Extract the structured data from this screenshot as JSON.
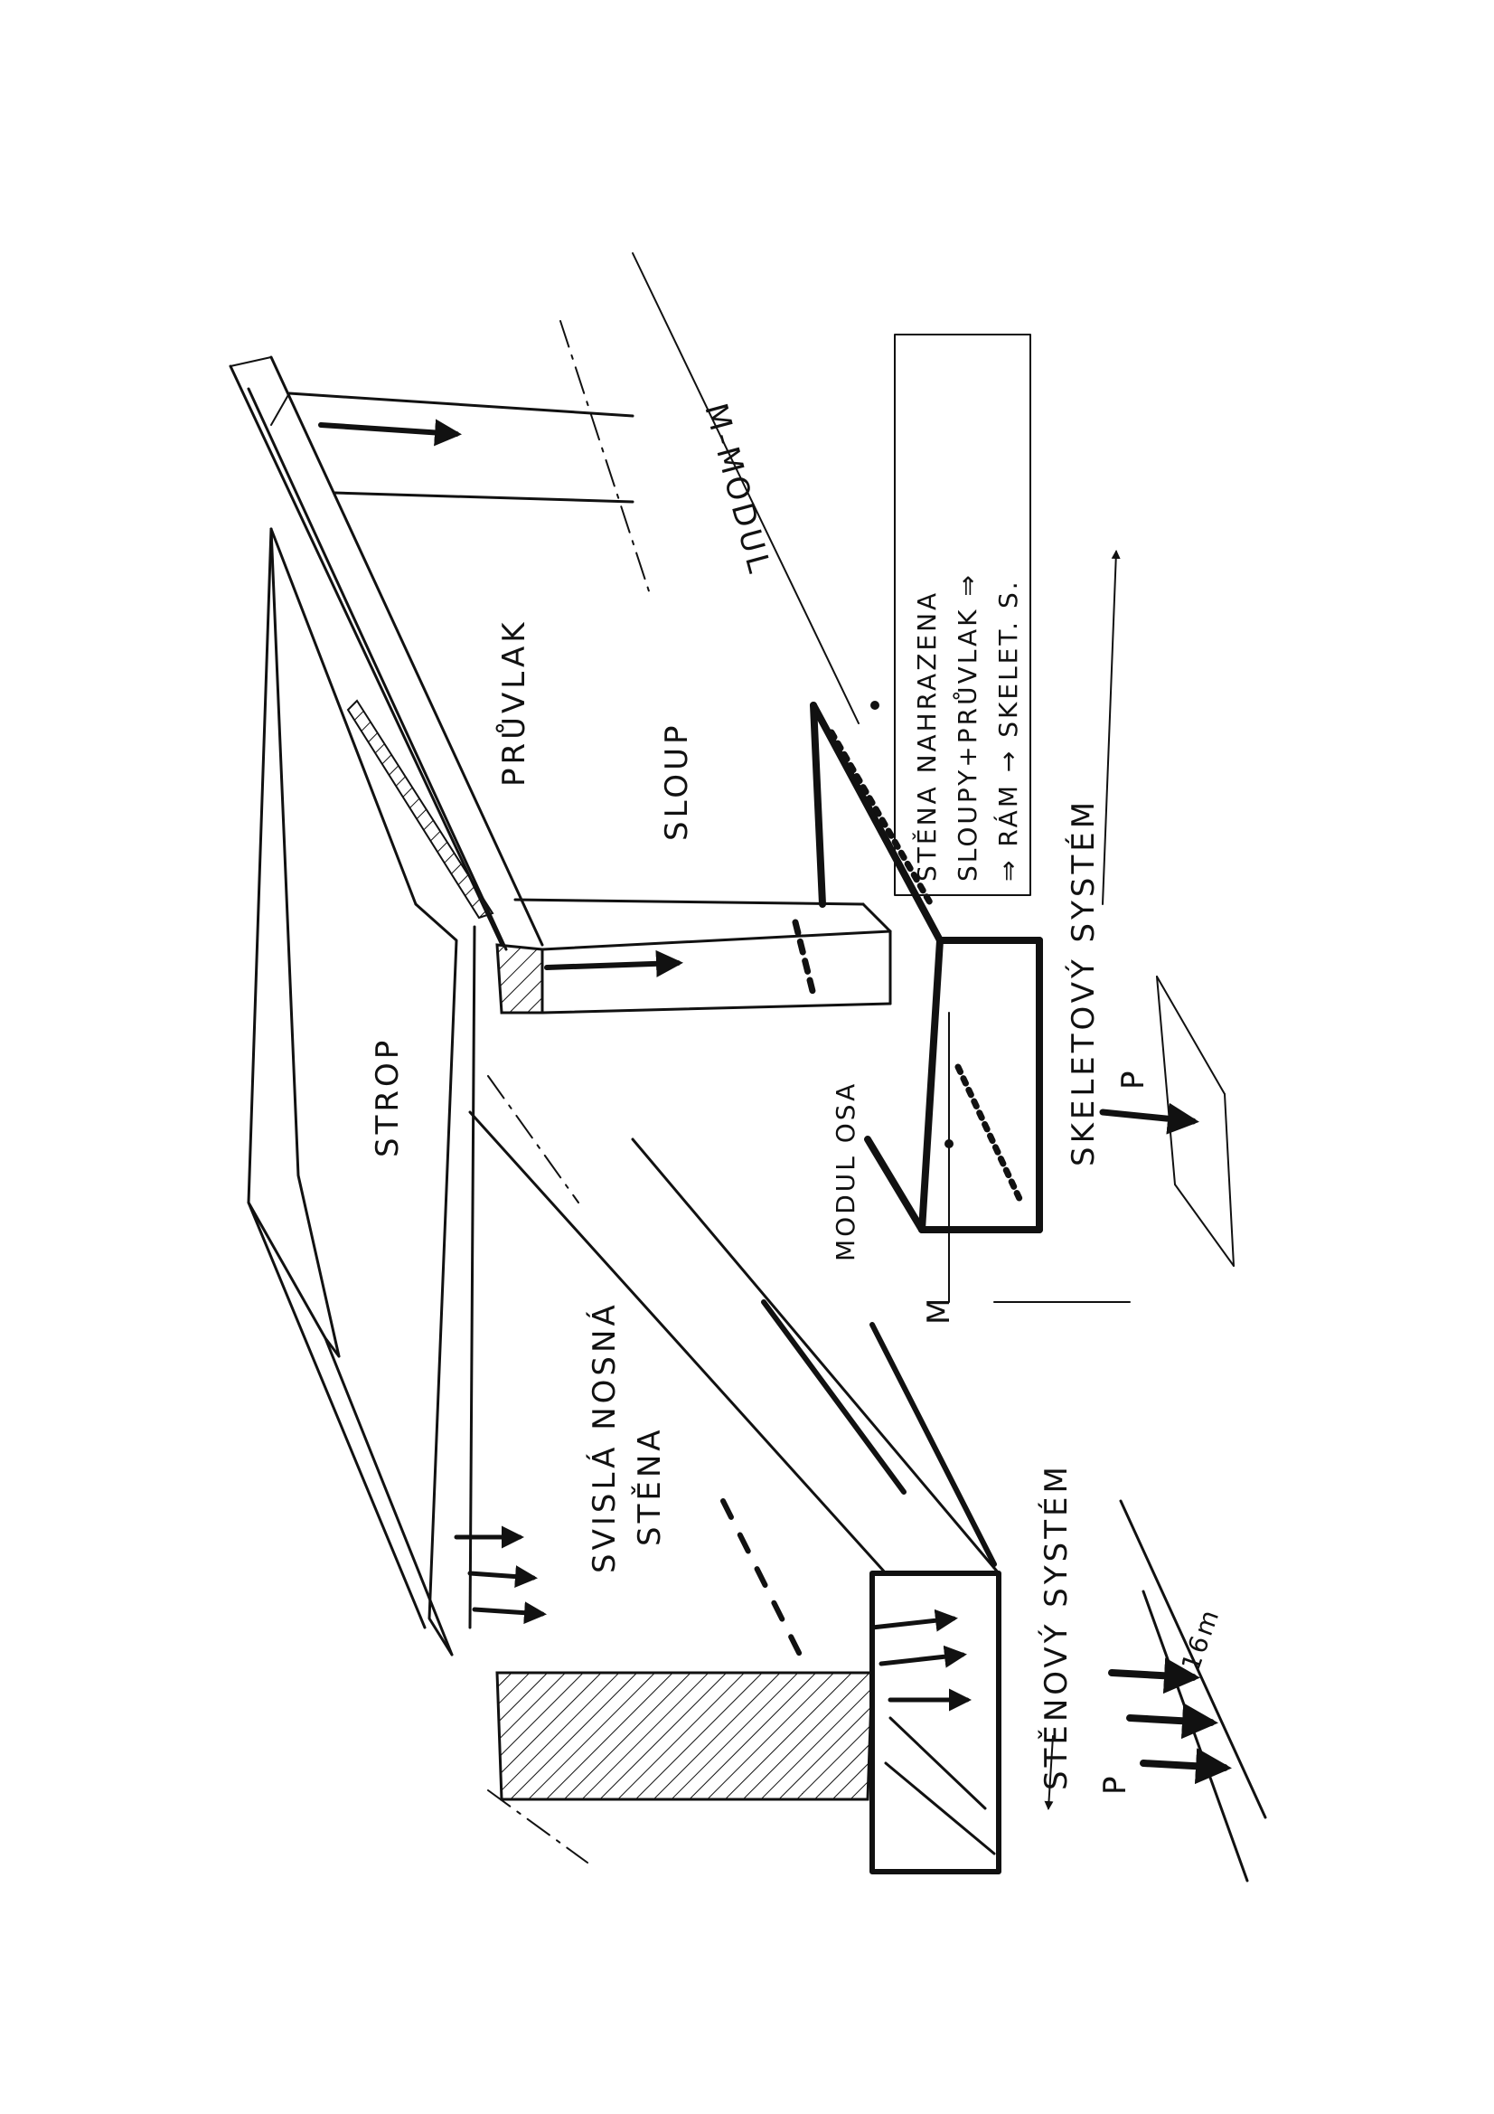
{
  "labels": {
    "strop": "STROP",
    "pruvlak": "PRŮVLAK",
    "sloup": "SLOUP",
    "svisla_nosna_line1": "SVISLÁ NOSNÁ",
    "svisla_nosna_line2": "STĚNA",
    "modul_osa": "MODUL OSA",
    "m": "M",
    "m_modul": "M-MODUL",
    "note_line1": "STĚNA NAHRAZENA",
    "note_line2": "SLOUPY+PRŮVLAK ⇒",
    "note_line3": "⇒ RÁM → SKELET. S.",
    "skeletovy_system": "SKELETOVÝ SYSTÉM",
    "stenovy_system": "STĚNOVÝ SYSTÉM",
    "p_left": "P",
    "p_right": "P",
    "span": "16m"
  },
  "colors": {
    "ink": "#111111",
    "paper": "#ffffff"
  }
}
